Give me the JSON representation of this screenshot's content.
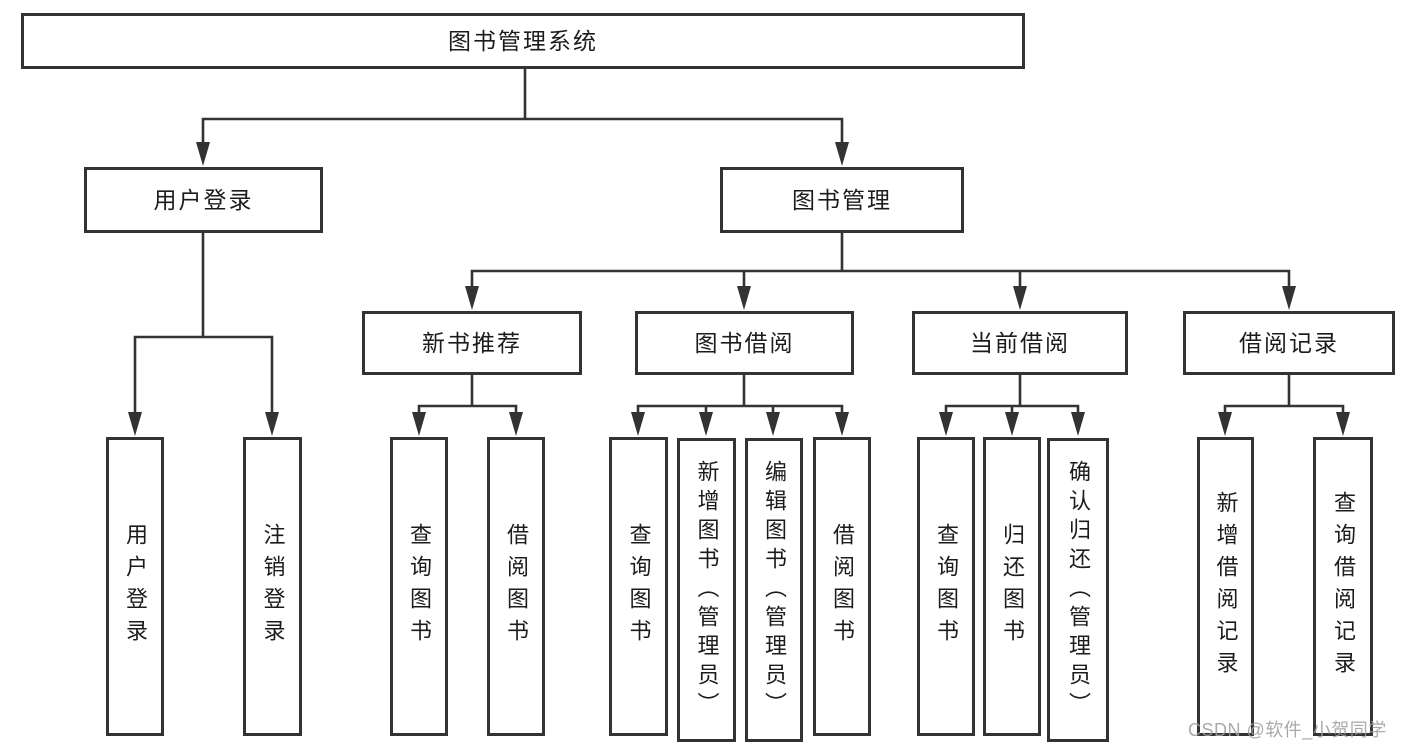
{
  "root": {
    "label": "图书管理系统"
  },
  "tree": {
    "user_login": {
      "label": "用户登录",
      "leaves": [
        {
          "label": "用户登录"
        },
        {
          "label": "注销登录"
        }
      ]
    },
    "book_mgmt": {
      "label": "图书管理",
      "groups": [
        {
          "label": "新书推荐",
          "leaves": [
            {
              "label": "查询图书"
            },
            {
              "label": "借阅图书"
            }
          ]
        },
        {
          "label": "图书借阅",
          "leaves": [
            {
              "label": "查询图书"
            },
            {
              "label": "新增图书（管理员）"
            },
            {
              "label": "编辑图书（管理员）"
            },
            {
              "label": "借阅图书"
            }
          ]
        },
        {
          "label": "当前借阅",
          "leaves": [
            {
              "label": "查询图书"
            },
            {
              "label": "归还图书"
            },
            {
              "label": "确认归还（管理员）"
            }
          ]
        },
        {
          "label": "借阅记录",
          "leaves": [
            {
              "label": "新增借阅记录"
            },
            {
              "label": "查询借阅记录"
            }
          ]
        }
      ]
    }
  },
  "watermark": {
    "text": "CSDN @软件_小贺同学"
  },
  "colors": {
    "line": "#333333",
    "box_border": "#333333",
    "box_fill": "#ffffff",
    "text": "#1c1c1c",
    "watermark": "#9e9e9e",
    "background": "#ffffff"
  }
}
